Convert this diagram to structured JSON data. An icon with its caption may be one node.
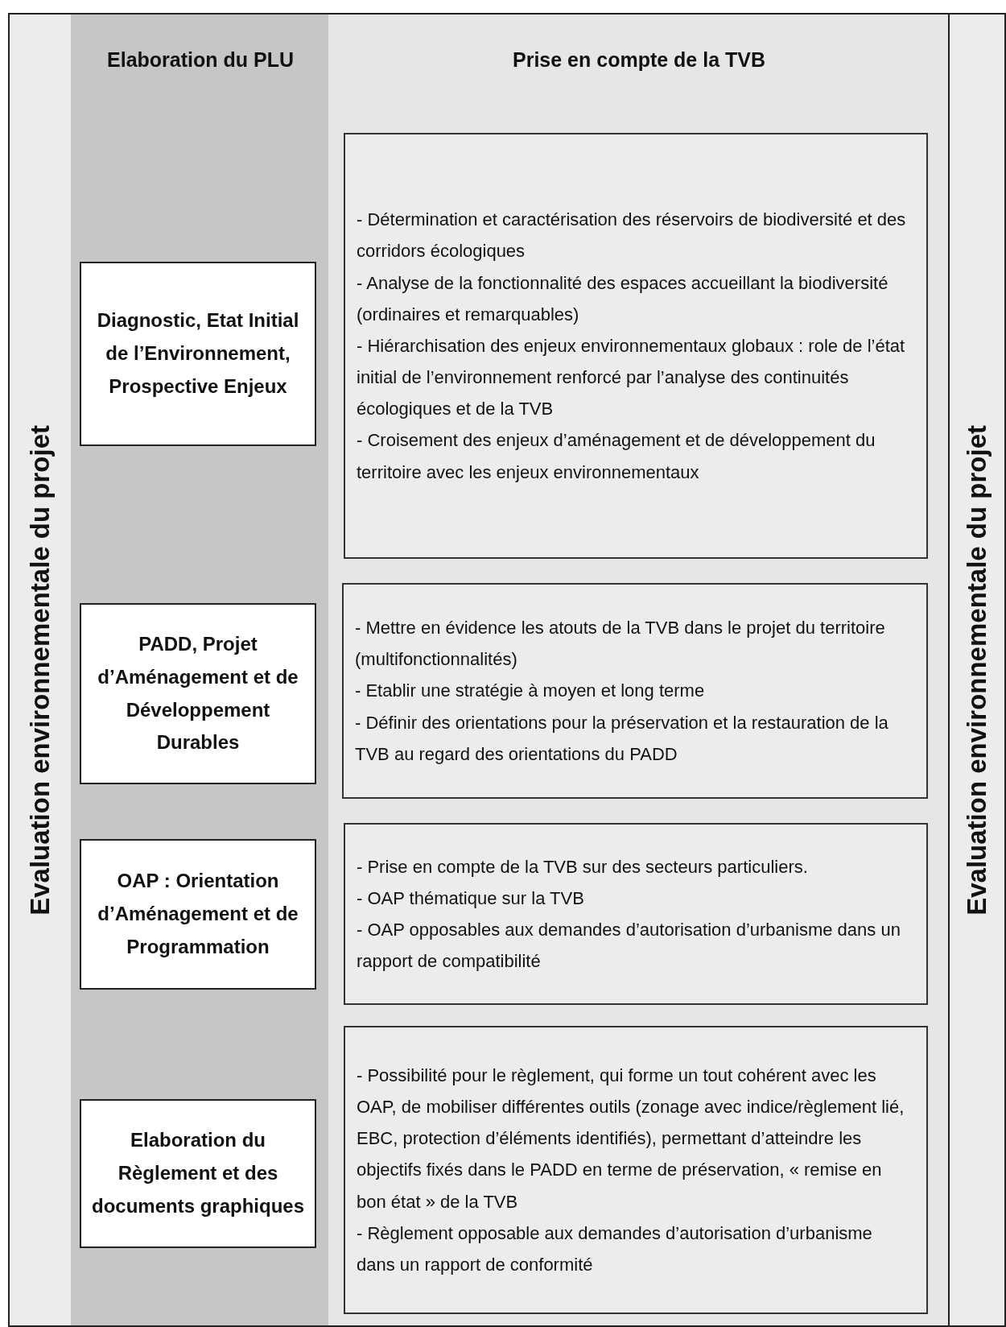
{
  "diagram": {
    "nodes": [
      {
        "text": [
          "Evaluation environnementale du projet"
        ]
      },
      {
        "text": [
          "Elaboration du PLU"
        ]
      },
      {
        "text": [
          "Diagnostic, Etat Initial de l’Environnement, Prospective Enjeux"
        ],
        "in": 1
      },
      {
        "text": [
          "PADD, Projet d’Aménagement et de Développement Durables"
        ],
        "in": 1
      },
      {
        "text": [
          "OAP : Orientation d’Aménagement et de Programmation"
        ],
        "in": 1
      },
      {
        "text": [
          "Elaboration du Règlement et des documents graphiques"
        ],
        "in": 1
      },
      {
        "text": [
          "Prise en compte de la TVB"
        ]
      },
      {
        "text": [
          "- Détermination et caractérisation des réservoirs de biodiversité et des corridors écologiques",
          "- Analyse de la fonctionnalité des espaces accueillant la biodiversité (ordinaires et remarquables)",
          "- Hiérarchisation des enjeux environnementaux globaux : role de l’état initial de l’environnement renforcé par l’analyse des continuités écologiques et de la TVB",
          "- Croisement des enjeux d’aménagement et de développement du territoire avec les enjeux environnementaux"
        ],
        "in": 6
      },
      {
        "text": [
          "- Mettre en évidence les atouts de la TVB dans le projet du territoire (multifonctionnalités)",
          "- Etablir une stratégie à moyen et long terme",
          "- Définir des orientations pour la préservation et la restauration de la TVB au regard des orientations du PADD"
        ],
        "in": 6
      },
      {
        "text": [
          "- Prise en compte de la TVB sur des secteurs particuliers.",
          "- OAP thématique sur la TVB",
          "- OAP opposables aux demandes d’autorisation d’urbanisme dans un rapport de compatibilité"
        ],
        "in": 6
      },
      {
        "text": [
          "- Possibilité pour le règlement, qui forme un tout cohérent avec les OAP, de mobiliser différentes outils (zonage avec indice/règlement lié, EBC, protection d’éléments identifiés), permettant d’atteindre les objectifs fixés dans le PADD en terme de préservation, « remise en bon état » de la TVB",
          "- Règlement opposable aux demandes d’autorisation d’urbanisme dans un rapport de conformité"
        ],
        "in": 6
      },
      {
        "text": [
          "Evaluation environnementale du projet"
        ]
      }
    ]
  }
}
